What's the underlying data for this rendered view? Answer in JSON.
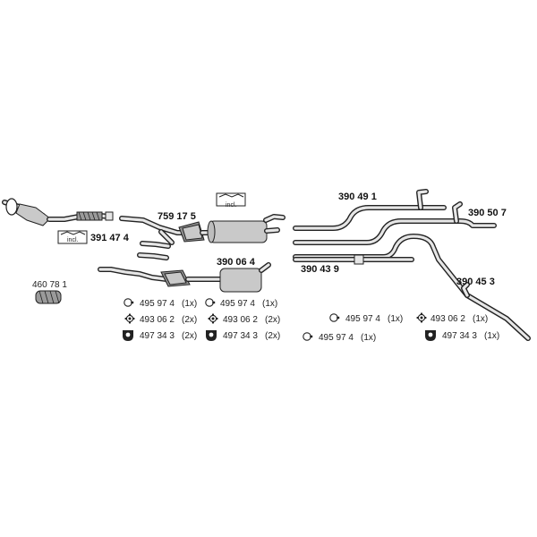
{
  "colors": {
    "line": "#222222",
    "pipe_fill": "#e6e6e6",
    "body_fill": "#c9c9c9",
    "background": "#ffffff"
  },
  "part_numbers": {
    "front_catalyst": "391 47 4",
    "front_pipe": "759 17 5",
    "middle_silencer": "390 06 4",
    "rear_pipe_1": "390 49 1",
    "rear_pipe_2": "390 50 7",
    "rear_pipe_3": "390 43 9",
    "rear_pipe_4": "390 45 3",
    "clamp": "460 78 1"
  },
  "inclusion_label": "incl.",
  "fittings": [
    {
      "part": "495 97 4",
      "qty": "(1x)",
      "icon": "rubber-ring-icon"
    },
    {
      "part": "493 06 2",
      "qty": "(2x)",
      "icon": "gasket-icon"
    },
    {
      "part": "497 34 3",
      "qty": "(2x)",
      "icon": "hanger-icon"
    },
    {
      "part": "495 97 4",
      "qty": "(1x)",
      "icon": "rubber-ring-icon"
    },
    {
      "part": "493 06 2",
      "qty": "(2x)",
      "icon": "gasket-icon"
    },
    {
      "part": "497 34 3",
      "qty": "(2x)",
      "icon": "hanger-icon"
    },
    {
      "part": "495 97 4",
      "qty": "(1x)",
      "icon": "rubber-ring-icon"
    },
    {
      "part": "495 97 4",
      "qty": "(1x)",
      "icon": "rubber-ring-icon"
    },
    {
      "part": "493 06 2",
      "qty": "(1x)",
      "icon": "gasket-icon"
    },
    {
      "part": "497 34 3",
      "qty": "(1x)",
      "icon": "hanger-icon"
    }
  ]
}
